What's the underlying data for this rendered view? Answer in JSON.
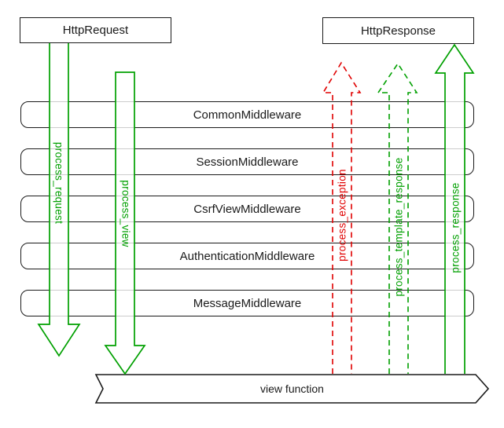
{
  "diagram": {
    "title_semantics": "Django middleware request/response flow",
    "request_box": {
      "label": "HttpRequest"
    },
    "response_box": {
      "label": "HttpResponse"
    },
    "middlewares": [
      "CommonMiddleware",
      "SessionMiddleware",
      "CsrfViewMiddleware",
      "AuthenticationMiddleware",
      "MessageMiddleware"
    ],
    "arrows": [
      {
        "label": "process_request",
        "color": "#00A000",
        "style": "solid",
        "direction": "down"
      },
      {
        "label": "process_view",
        "color": "#00A000",
        "style": "solid",
        "direction": "down"
      },
      {
        "label": "process_exception",
        "color": "#E00000",
        "style": "dashed",
        "direction": "up"
      },
      {
        "label": "process_template_response",
        "color": "#00A000",
        "style": "dashed",
        "direction": "up"
      },
      {
        "label": "process_response",
        "color": "#00A000",
        "style": "solid",
        "direction": "up"
      }
    ],
    "view_function": {
      "label": "view function"
    },
    "colors": {
      "green": "#00A000",
      "red": "#E00000",
      "outline": "#1a1a1a"
    }
  }
}
